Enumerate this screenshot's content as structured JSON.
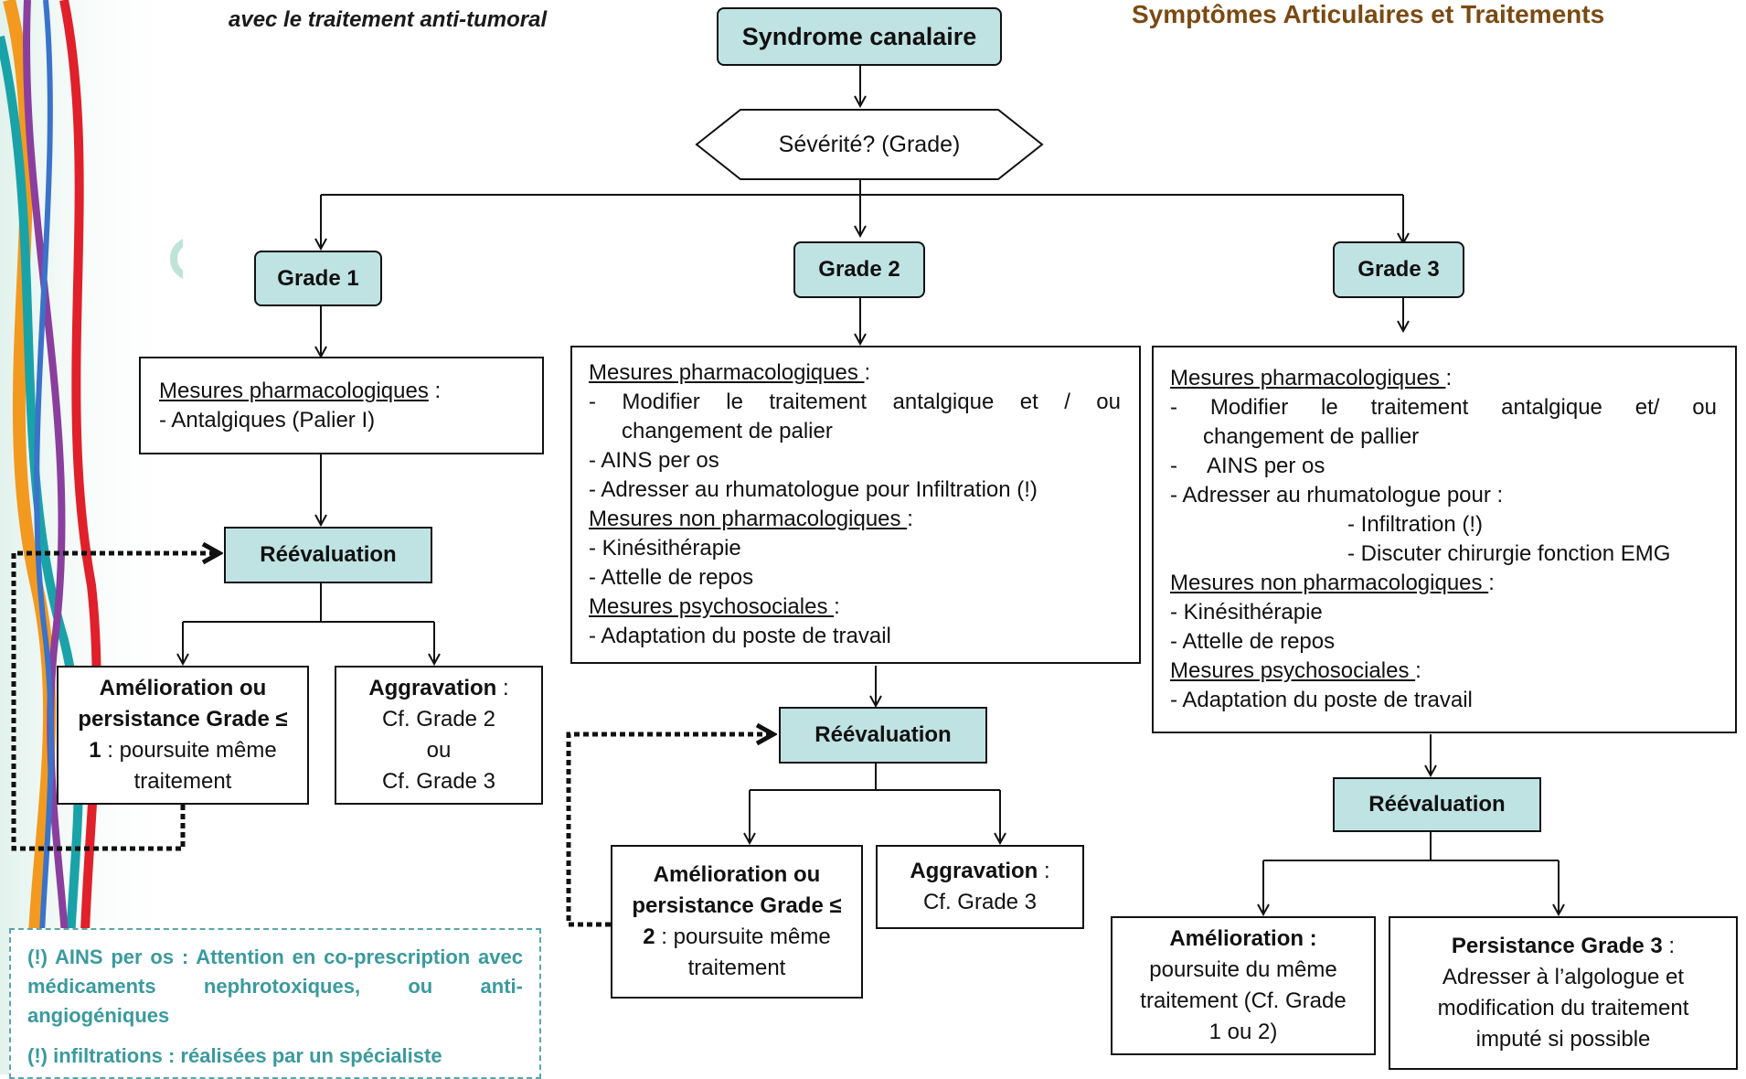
{
  "header": {
    "subtitle_italic": "avec le traitement anti-tumoral",
    "title_right": "Symptômes Articulaires et Traitements"
  },
  "nodes": {
    "start": "Syndrome canalaire",
    "severity": "Sévérité? (Grade)",
    "grade1": "Grade 1",
    "grade2": "Grade 2",
    "grade3": "Grade 3",
    "reeval": "Réévaluation"
  },
  "grade1_box": {
    "heading": "Mesures pharmacologiques",
    "colon": " :",
    "item1": "- Antalgiques (Palier I)"
  },
  "grade1_outcomes": {
    "improve_bold1": "Amélioration ou",
    "improve_bold2": "persistance Grade ≤",
    "improve_bold3": "1",
    "improve_rest": " : poursuite même",
    "improve_line4": "traitement",
    "worse_bold": "Aggravation",
    "worse_colon": " :",
    "worse_l2": "Cf. Grade 2",
    "worse_l3": "ou",
    "worse_l4": "Cf. Grade 3"
  },
  "grade2_box": {
    "h1": "Mesures pharmacologiques ",
    "h1_colon": ":",
    "i1a": "-   Modifier le traitement antalgique et / ou",
    "i1b": "changement de palier",
    "i2": "-  AINS per os",
    "i3": "-  Adresser au rhumatologue pour Infiltration (!)",
    "h2": "Mesures non pharmacologiques ",
    "h2_colon": ":",
    "i4": "- Kinésithérapie",
    "i5": "- Attelle de repos",
    "h3": "Mesures psychosociales ",
    "h3_colon": ":",
    "i6": "- Adaptation du poste de travail"
  },
  "grade2_outcomes": {
    "improve_bold1": "Amélioration ou",
    "improve_bold2": "persistance Grade ≤",
    "improve_bold3": "2",
    "improve_rest": " : poursuite même",
    "improve_line4": "traitement",
    "worse_bold": "Aggravation",
    "worse_colon": " :",
    "worse_l2": "Cf. Grade 3"
  },
  "grade3_box": {
    "h1": "Mesures pharmacologiques ",
    "h1_colon": ":",
    "i1a": "-     Modifier le traitement antalgique et/ ou",
    "i1b": "changement de pallier",
    "i2": "-     AINS per os",
    "i3": "- Adresser au rhumatologue pour :",
    "i3a": "- Infiltration (!)",
    "i3b": "- Discuter chirurgie fonction EMG",
    "h2": "Mesures non pharmacologiques ",
    "h2_colon": ":",
    "i4": "- Kinésithérapie",
    "i5": "- Attelle de repos",
    "h3": "Mesures psychosociales ",
    "h3_colon": ":",
    "i6": "- Adaptation du poste de travail"
  },
  "grade3_outcomes": {
    "improve_bold": "Amélioration :",
    "improve_l2": "poursuite du même",
    "improve_l3": "traitement (Cf. Grade",
    "improve_l4": "1 ou 2)",
    "persist_bold": "Persistance Grade 3",
    "persist_colon": " :",
    "persist_l2": "Adresser à l’algologue et",
    "persist_l3": "modification du traitement",
    "persist_l4": "imputé si possible"
  },
  "notes": {
    "n1": "(!) AINS per os : Attention en co-prescription avec médicaments nephrotoxiques, ou anti-angiogéniques",
    "n2": "(!) infiltrations : réalisées par un spécialiste"
  },
  "colors": {
    "teal_fill": "#bfe2e3",
    "title_brown": "#7a4a12",
    "note_teal": "#3a9a9e"
  }
}
